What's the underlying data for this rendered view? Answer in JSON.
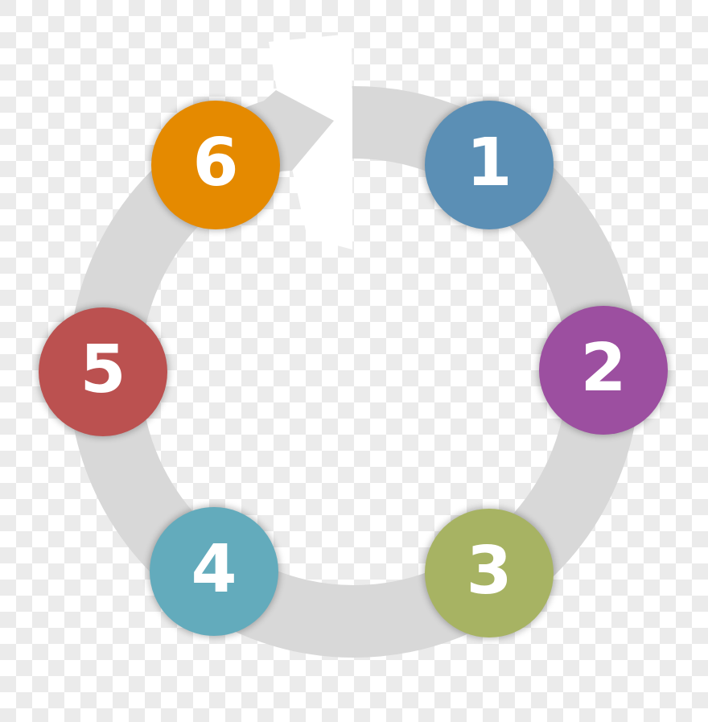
{
  "diagram": {
    "type": "cycle",
    "ring_color": "#d8d8d8",
    "cut_color": "#ffffff",
    "steps": [
      {
        "label": "1",
        "color": "#5b8fb5"
      },
      {
        "label": "2",
        "color": "#9c4fa0"
      },
      {
        "label": "3",
        "color": "#a7b363"
      },
      {
        "label": "4",
        "color": "#63abbc"
      },
      {
        "label": "5",
        "color": "#bb5150"
      },
      {
        "label": "6",
        "color": "#e58a00"
      }
    ]
  }
}
